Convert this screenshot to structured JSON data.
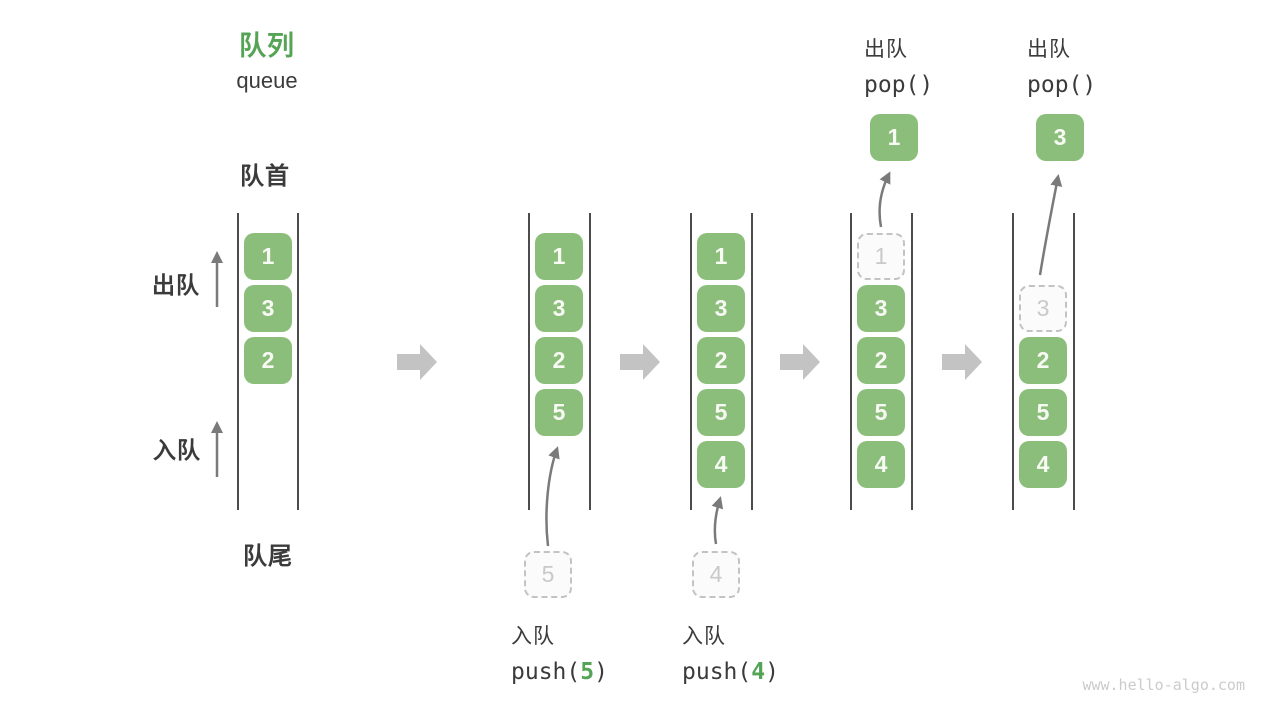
{
  "title": {
    "zh": "队列",
    "en": "queue"
  },
  "side_labels": {
    "front": "队首",
    "rear": "队尾",
    "dequeue": "出队",
    "enqueue": "入队"
  },
  "colors": {
    "accent_green": "#55a455",
    "cell_green": "#8cbe7b",
    "text_dark": "#3b3b3b",
    "ghost_gray": "#c3c3c3",
    "block_arrow_gray": "#c3c3c3",
    "thin_arrow_gray": "#7a7a7a"
  },
  "icons": {
    "transition_arrow": "right-block-arrow",
    "flow_arrow": "up-arrow"
  },
  "watermark": "www.hello-algo.com",
  "stages": [
    {
      "cells": [
        "1",
        "3",
        "2"
      ]
    },
    {
      "cells": [
        "1",
        "3",
        "2",
        "5"
      ],
      "pending": "5",
      "op": {
        "zh": "入队",
        "pre": "push(",
        "arg": "5",
        "post": ")"
      }
    },
    {
      "cells": [
        "1",
        "3",
        "2",
        "5",
        "4"
      ],
      "pending": "4",
      "op": {
        "zh": "入队",
        "pre": "push(",
        "arg": "4",
        "post": ")"
      }
    },
    {
      "ghost": "1",
      "cells": [
        "3",
        "2",
        "5",
        "4"
      ],
      "popped": "1",
      "op": {
        "zh": "出队",
        "pre": "pop()",
        "arg": "",
        "post": ""
      }
    },
    {
      "ghost": "3",
      "cells": [
        "2",
        "5",
        "4"
      ],
      "popped": "3",
      "op": {
        "zh": "出队",
        "pre": "pop()",
        "arg": "",
        "post": ""
      }
    }
  ]
}
